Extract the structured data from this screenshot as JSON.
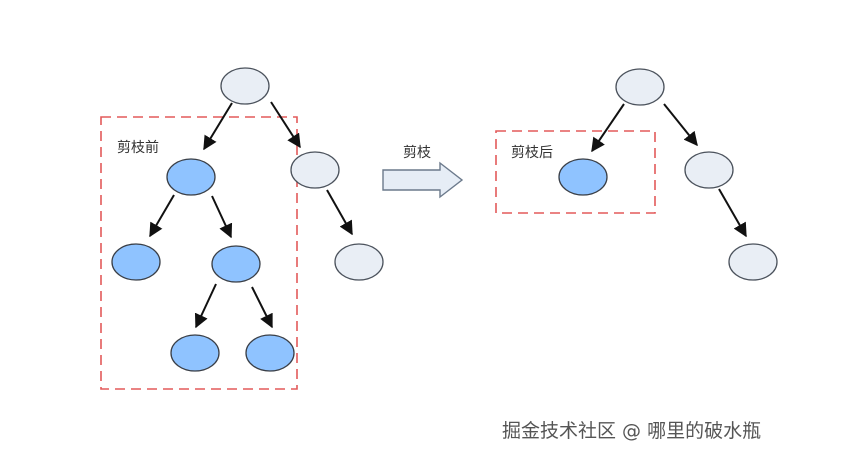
{
  "labels": {
    "before_prune": "剪枝前",
    "prune_arrow": "剪枝",
    "after_prune": "剪枝后"
  },
  "watermark": "掘金技术社区 @ 哪里的破水瓶",
  "colors": {
    "pruned_node": "#8fc3ff",
    "kept_node": "#e9eef5",
    "dashed_region": "#e35a5a",
    "edge": "#111111",
    "arrow_fill": "#e6edf6"
  },
  "trees": {
    "before": {
      "nodes": [
        {
          "id": "root",
          "style": "gray"
        },
        {
          "id": "left",
          "style": "blue"
        },
        {
          "id": "right",
          "style": "gray"
        },
        {
          "id": "left-left",
          "style": "blue"
        },
        {
          "id": "left-right",
          "style": "blue"
        },
        {
          "id": "left-right-left",
          "style": "blue"
        },
        {
          "id": "left-right-right",
          "style": "blue"
        },
        {
          "id": "right-right",
          "style": "gray"
        }
      ],
      "edges": [
        [
          "root",
          "left"
        ],
        [
          "root",
          "right"
        ],
        [
          "left",
          "left-left"
        ],
        [
          "left",
          "left-right"
        ],
        [
          "left-right",
          "left-right-left"
        ],
        [
          "left-right",
          "left-right-right"
        ],
        [
          "right",
          "right-right"
        ]
      ]
    },
    "after": {
      "nodes": [
        {
          "id": "root",
          "style": "gray"
        },
        {
          "id": "left",
          "style": "blue"
        },
        {
          "id": "right",
          "style": "gray"
        },
        {
          "id": "right-right",
          "style": "gray"
        }
      ],
      "edges": [
        [
          "root",
          "left"
        ],
        [
          "root",
          "right"
        ],
        [
          "right",
          "right-right"
        ]
      ]
    }
  }
}
